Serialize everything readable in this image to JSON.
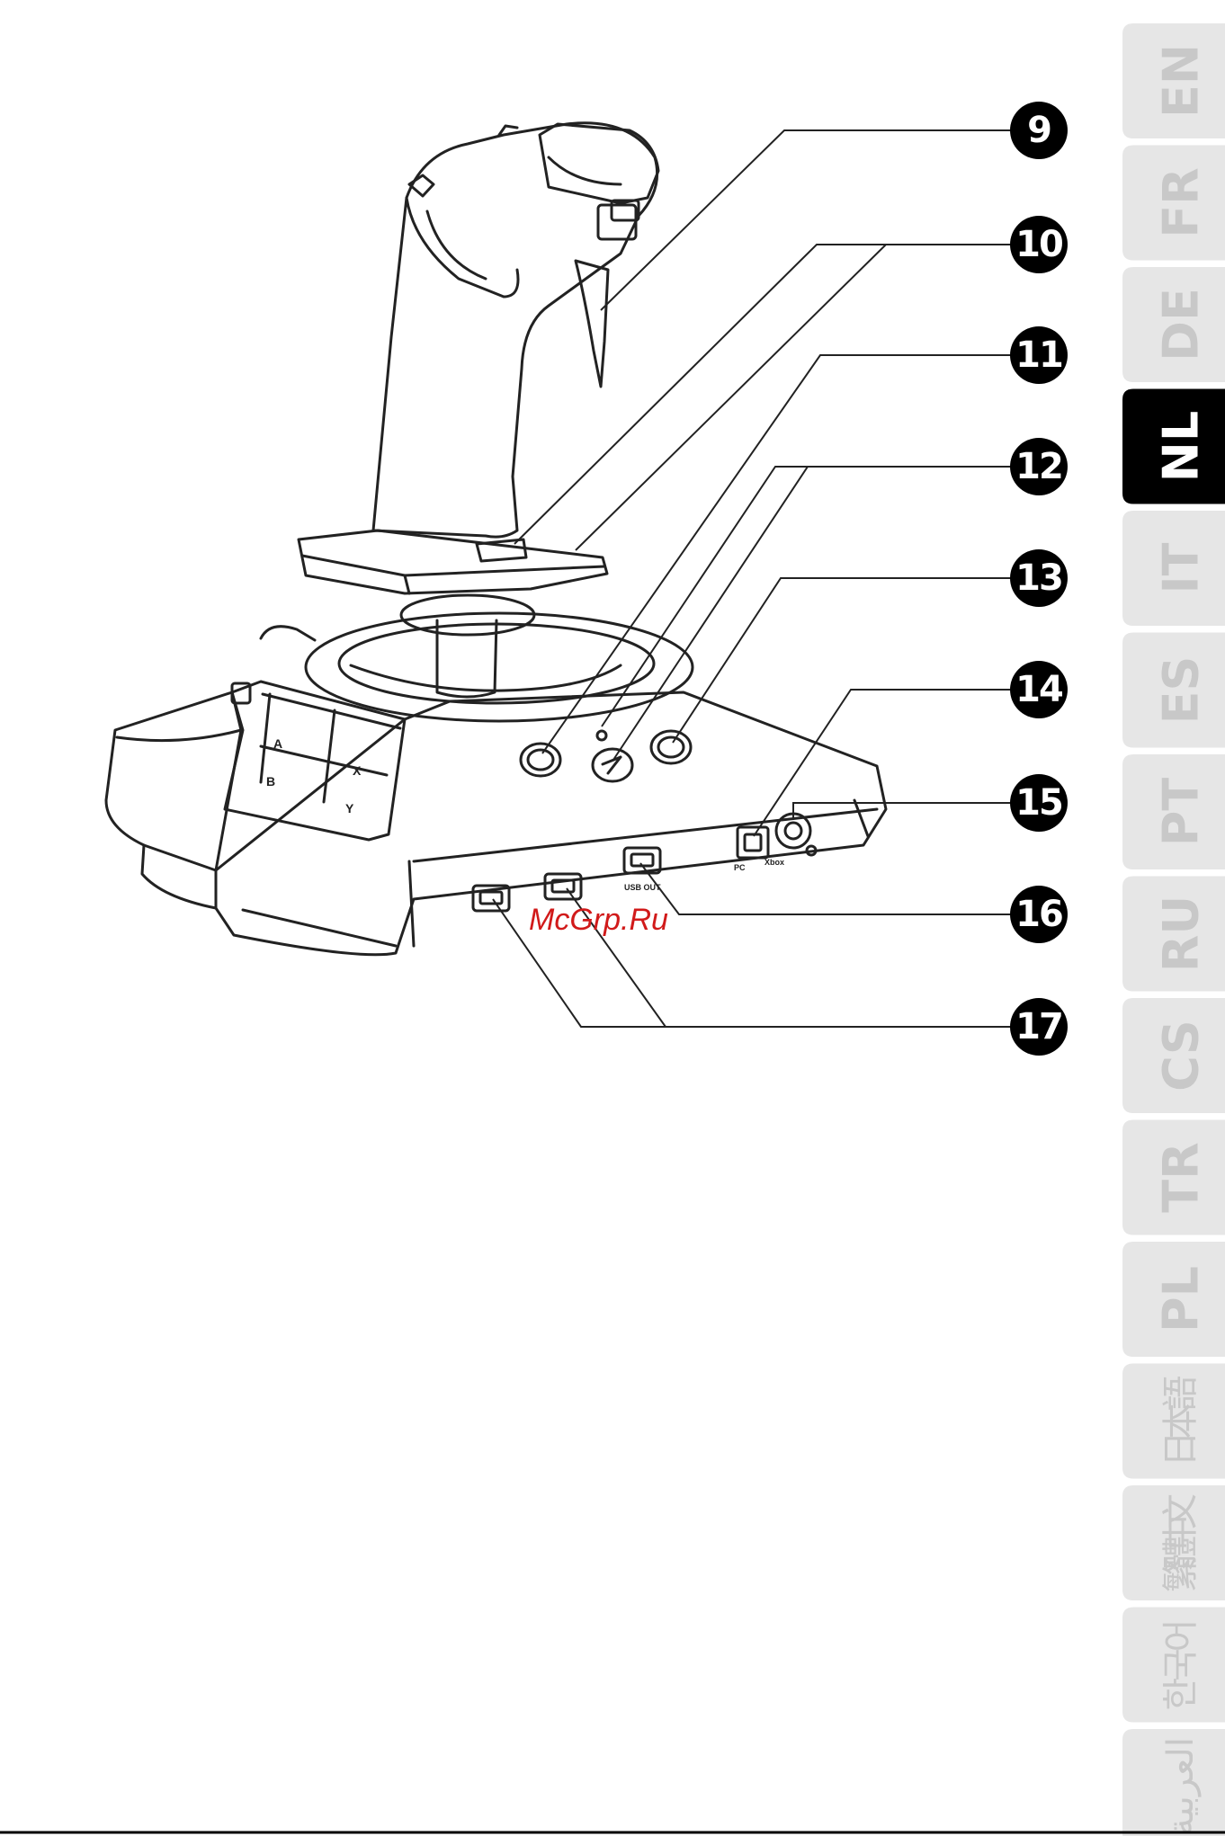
{
  "callouts": [
    "9",
    "10",
    "11",
    "12",
    "13",
    "14",
    "15",
    "16",
    "17"
  ],
  "language_tabs": [
    {
      "label": "EN",
      "active": false
    },
    {
      "label": "FR",
      "active": false
    },
    {
      "label": "DE",
      "active": false
    },
    {
      "label": "NL",
      "active": true
    },
    {
      "label": "IT",
      "active": false
    },
    {
      "label": "ES",
      "active": false
    },
    {
      "label": "PT",
      "active": false
    },
    {
      "label": "RU",
      "active": false
    },
    {
      "label": "CS",
      "active": false
    },
    {
      "label": "TR",
      "active": false
    },
    {
      "label": "PL",
      "active": false
    },
    {
      "label": "日本語",
      "active": false
    },
    {
      "label": "繁體中文",
      "active": false
    },
    {
      "label": "한국어",
      "active": false
    },
    {
      "label": "العربية",
      "active": false
    }
  ],
  "watermark": "McGrp.Ru",
  "device_labels": {
    "usb_out": "USB OUT",
    "pc": "PC",
    "xbox": "Xbox",
    "btn_a": "A",
    "btn_b": "B",
    "btn_x": "X",
    "btn_y": "Y"
  },
  "colors": {
    "tab_inactive_bg": "#e6e6e6",
    "tab_inactive_text": "#c8c8c8",
    "tab_active_bg": "#000000",
    "tab_active_text": "#ffffff",
    "callout_bg": "#000000",
    "line_art": "#222222",
    "watermark": "#d11a1a"
  }
}
